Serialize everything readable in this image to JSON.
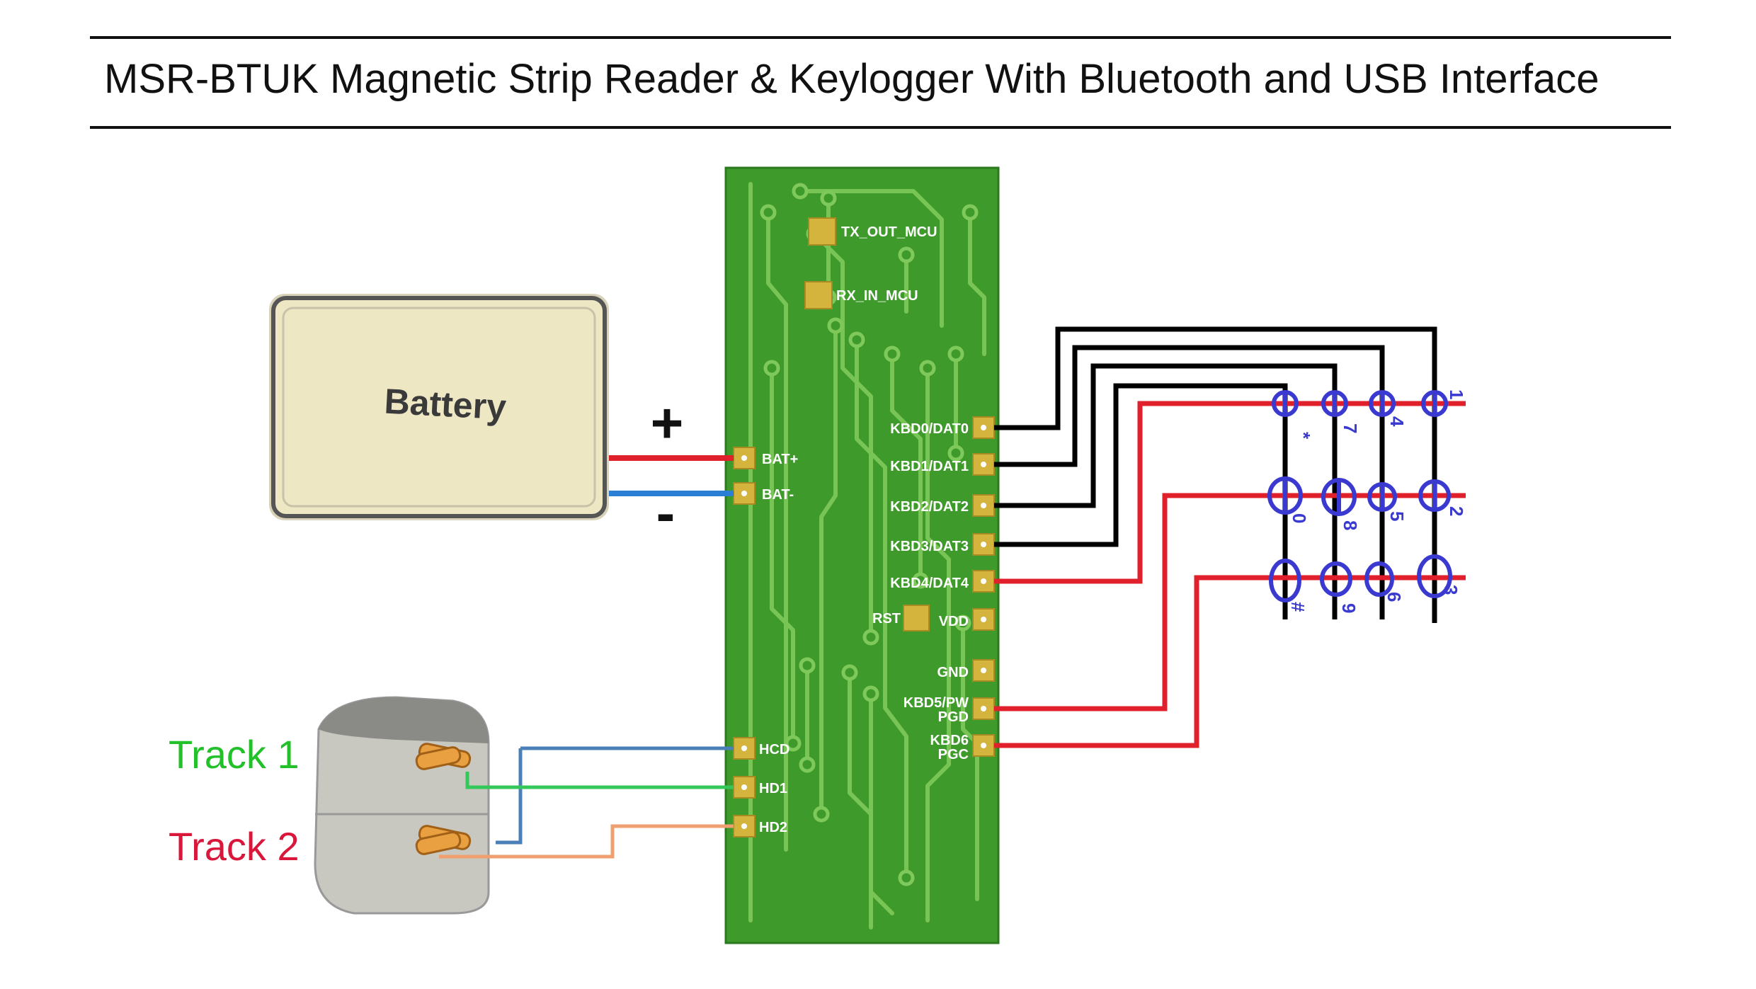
{
  "title": "MSR-BTUK Magnetic Strip Reader & Keylogger With Bluetooth and USB Interface",
  "battery": {
    "label": "Battery",
    "plus": "+",
    "minus": "-"
  },
  "tracks": {
    "track1": "Track 1",
    "track2": "Track 2"
  },
  "pads": {
    "tx_out_mcu": "TX_OUT_MCU",
    "rx_in_mcu": "RX_IN_MCU",
    "bat_plus": "BAT+",
    "bat_minus": "BAT-",
    "hcd": "HCD",
    "hd1": "HD1",
    "hd2": "HD2",
    "kbd0": "KBD0/DAT0",
    "kbd1": "KBD1/DAT1",
    "kbd2": "KBD2/DAT2",
    "kbd3": "KBD3/DAT3",
    "kbd4": "KBD4/DAT4",
    "rst": "RST",
    "vdd": "VDD",
    "gnd": "GND",
    "kbd5_a": "KBD5/PW",
    "kbd5_b": "PGD",
    "kbd6_a": "KBD6",
    "kbd6_b": "PGC"
  },
  "keypad": {
    "row1": [
      "*",
      "7",
      "4",
      "1"
    ],
    "row2": [
      "0",
      "8",
      "5",
      "2"
    ],
    "row3": [
      "#",
      "9",
      "6",
      "3"
    ]
  },
  "colors": {
    "pcb": "#3f9a2c",
    "trace": "#7fc95a",
    "pad": "#d4b43c",
    "red_wire": "#e0202a",
    "blue_wire": "#2a7fd4",
    "black_wire": "#000000",
    "keypad": "#3a3ad0",
    "track1": "#22c12a",
    "track2": "#d8173a",
    "track_wire_blue": "#4a7fb8",
    "track_wire_green": "#34c85a",
    "track_wire_orange": "#f0a070"
  }
}
